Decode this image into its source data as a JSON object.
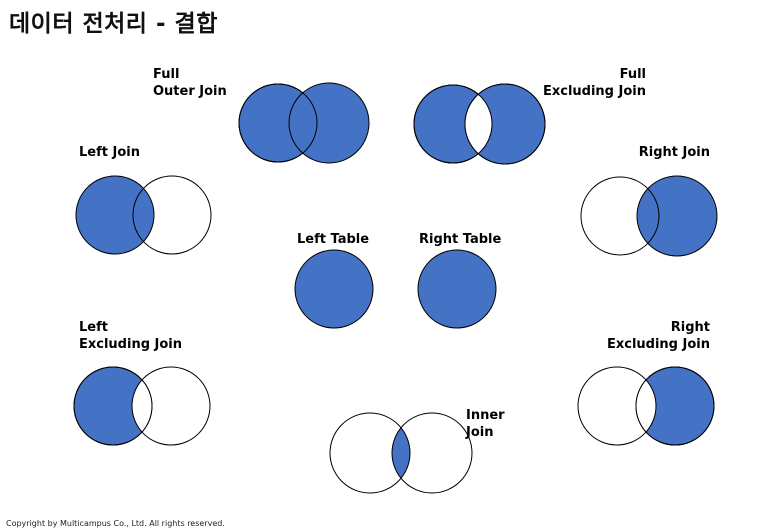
{
  "title": "데이터 전처리 - 결합",
  "colors": {
    "fill": "#4472C4",
    "stroke": "#000000",
    "background": "#FFFFFF"
  },
  "diagrams": {
    "full_outer_join": {
      "line1": "Full",
      "line2": "Outer Join"
    },
    "full_excluding_join": {
      "line1": "Full",
      "line2": "Excluding Join"
    },
    "left_join": {
      "label": "Left Join"
    },
    "right_join": {
      "label": "Right Join"
    },
    "left_table": {
      "label": "Left Table"
    },
    "right_table": {
      "label": "Right Table"
    },
    "left_excluding_join": {
      "line1": "Left",
      "line2": "Excluding Join"
    },
    "right_excluding_join": {
      "line1": "Right",
      "line2": "Excluding Join"
    },
    "inner_join": {
      "line1": "Inner",
      "line2": "Join"
    }
  },
  "footer": "Copyright by Multicampus Co., Ltd. All rights reserved."
}
